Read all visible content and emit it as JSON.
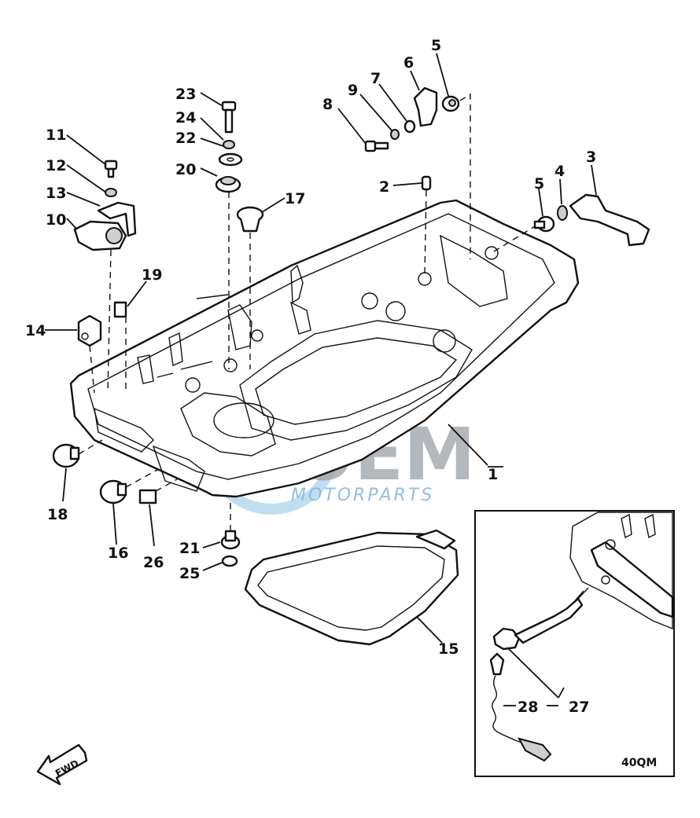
{
  "diagram": {
    "part_labels": [
      {
        "id": "1",
        "text": "1"
      },
      {
        "id": "2",
        "text": "2"
      },
      {
        "id": "3",
        "text": "3"
      },
      {
        "id": "4",
        "text": "4"
      },
      {
        "id": "5a",
        "text": "5"
      },
      {
        "id": "5b",
        "text": "5"
      },
      {
        "id": "6",
        "text": "6"
      },
      {
        "id": "7",
        "text": "7"
      },
      {
        "id": "8",
        "text": "8"
      },
      {
        "id": "9",
        "text": "9"
      },
      {
        "id": "10",
        "text": "10"
      },
      {
        "id": "11",
        "text": "11"
      },
      {
        "id": "12",
        "text": "12"
      },
      {
        "id": "13",
        "text": "13"
      },
      {
        "id": "14",
        "text": "14"
      },
      {
        "id": "15",
        "text": "15"
      },
      {
        "id": "16",
        "text": "16"
      },
      {
        "id": "17",
        "text": "17"
      },
      {
        "id": "18",
        "text": "18"
      },
      {
        "id": "19",
        "text": "19"
      },
      {
        "id": "20",
        "text": "20"
      },
      {
        "id": "21",
        "text": "21"
      },
      {
        "id": "22",
        "text": "22"
      },
      {
        "id": "23",
        "text": "23"
      },
      {
        "id": "24",
        "text": "24"
      },
      {
        "id": "25",
        "text": "25"
      },
      {
        "id": "26",
        "text": "26"
      },
      {
        "id": "27",
        "text": "27"
      },
      {
        "id": "28",
        "text": "28"
      }
    ],
    "inset_caption": "40QM",
    "fwd_arrow_label": "FWD"
  },
  "watermark": {
    "brand": "OEM",
    "subtitle": "MOTORPARTS",
    "colors": {
      "grey": "#9aa1a8",
      "blue": "#4a9fd6"
    }
  }
}
